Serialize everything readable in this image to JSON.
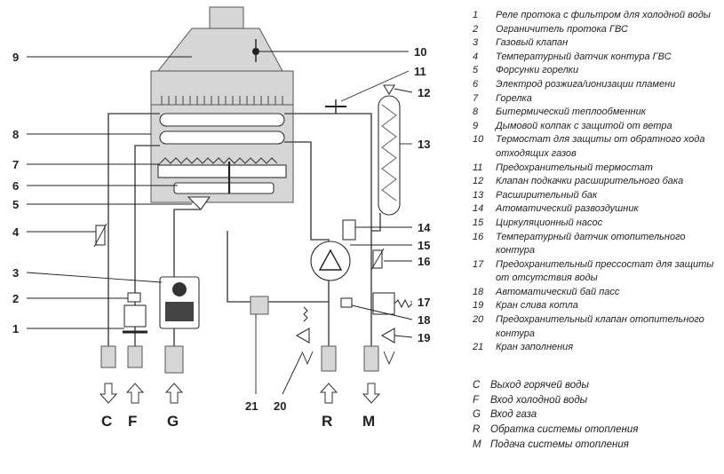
{
  "diagram": {
    "callouts_left": [
      "9",
      "8",
      "7",
      "6",
      "5",
      "4",
      "3",
      "2",
      "1"
    ],
    "callouts_right": [
      "10",
      "11",
      "12",
      "13",
      "14",
      "15",
      "16",
      "17",
      "18",
      "19"
    ],
    "callouts_bottom": [
      "21",
      "20"
    ],
    "ports": [
      "C",
      "F",
      "G",
      "R",
      "M"
    ]
  },
  "legend": {
    "items": [
      {
        "num": "1",
        "text": "Реле протока с фильтром для холодной воды"
      },
      {
        "num": "2",
        "text": "Ограничитель протока ГВС"
      },
      {
        "num": "3",
        "text": "Газовый клапан"
      },
      {
        "num": "4",
        "text": "Температурный датчик контура ГВС"
      },
      {
        "num": "5",
        "text": "Форсунки горелки"
      },
      {
        "num": "6",
        "text": "Электрод розжига/ионизации пламени"
      },
      {
        "num": "7",
        "text": "Горелка"
      },
      {
        "num": "8",
        "text": "Битермический теплообменник"
      },
      {
        "num": "9",
        "text": "Дымовой колпак с защитой от ветра"
      },
      {
        "num": "10",
        "text": "Термостат для защиты от обратного хода отходящих газов"
      },
      {
        "num": "11",
        "text": "Предохранительный термостат"
      },
      {
        "num": "12",
        "text": "Клапан подкачки расширительного бака"
      },
      {
        "num": "13",
        "text": "Расширительный бак"
      },
      {
        "num": "14",
        "text": "Атоматический развоздушник"
      },
      {
        "num": "15",
        "text": "Циркуляционный насос"
      },
      {
        "num": "16",
        "text": "Температурный датчик отопительного контура"
      },
      {
        "num": "17",
        "text": "Предохранительный прессостат для защиты от отсутствия воды"
      },
      {
        "num": "18",
        "text": "Автоматический бай пасс"
      },
      {
        "num": "19",
        "text": "Кран слива котла"
      },
      {
        "num": "20",
        "text": "Предохранительный клапан отопительного контура"
      },
      {
        "num": "21",
        "text": "Кран заполнения"
      }
    ],
    "ports": [
      {
        "code": "C",
        "text": "Выход горячей воды"
      },
      {
        "code": "F",
        "text": "Вход холодной воды"
      },
      {
        "code": "G",
        "text": "Вход газа"
      },
      {
        "code": "R",
        "text": "Обратка системы отопления"
      },
      {
        "code": "M",
        "text": "Подача системы отопления"
      }
    ]
  }
}
